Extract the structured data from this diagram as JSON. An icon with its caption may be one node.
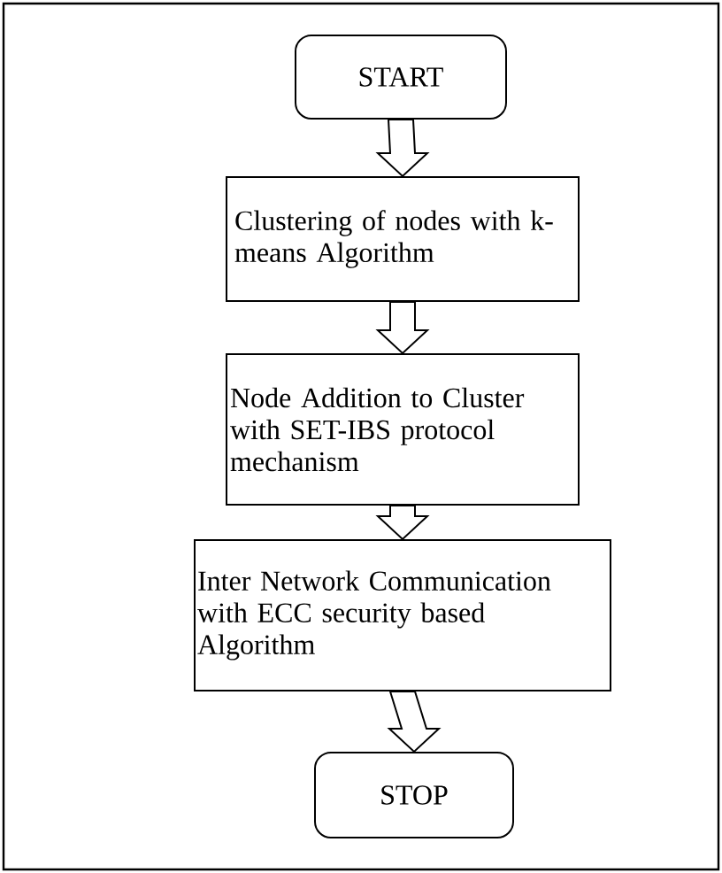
{
  "diagram": {
    "nodes": [
      {
        "text": [
          "START"
        ]
      },
      {
        "text": [
          "Clustering of nodes with k-means Algorithm"
        ]
      },
      {
        "text": [
          "Node Addition to Cluster with SET-IBS protocol mechanism"
        ]
      },
      {
        "text": [
          "Inter Network Communication with ECC security based Algorithm"
        ]
      },
      {
        "text": [
          "STOP"
        ]
      }
    ],
    "edges": [
      {
        "from": 0,
        "to": 1,
        "arrow": "to"
      },
      {
        "from": 1,
        "to": 2,
        "arrow": "to"
      },
      {
        "from": 2,
        "to": 3,
        "arrow": "to"
      },
      {
        "from": 3,
        "to": 4,
        "arrow": "to"
      }
    ]
  }
}
